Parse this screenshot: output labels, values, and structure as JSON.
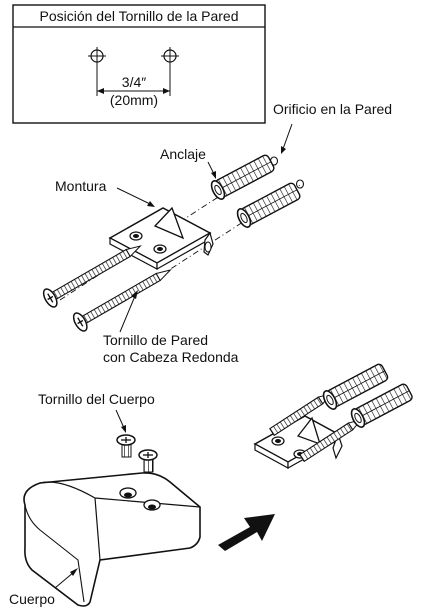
{
  "inset": {
    "title": "Posición del Tornillo de la Pared",
    "dim_fraction": "3/4″",
    "dim_metric": "(20mm)"
  },
  "labels": {
    "wall_hole": "Orificio en la Pared",
    "anchor": "Anclaje",
    "mount": "Montura",
    "wall_screw_line1": "Tornillo de Pared",
    "wall_screw_line2": "con Cabeza  Redonda",
    "body_screw": "Tornillo del Cuerpo",
    "body": "Cuerpo"
  },
  "icons": [
    "crosshair-icon",
    "arrow-right-icon"
  ]
}
